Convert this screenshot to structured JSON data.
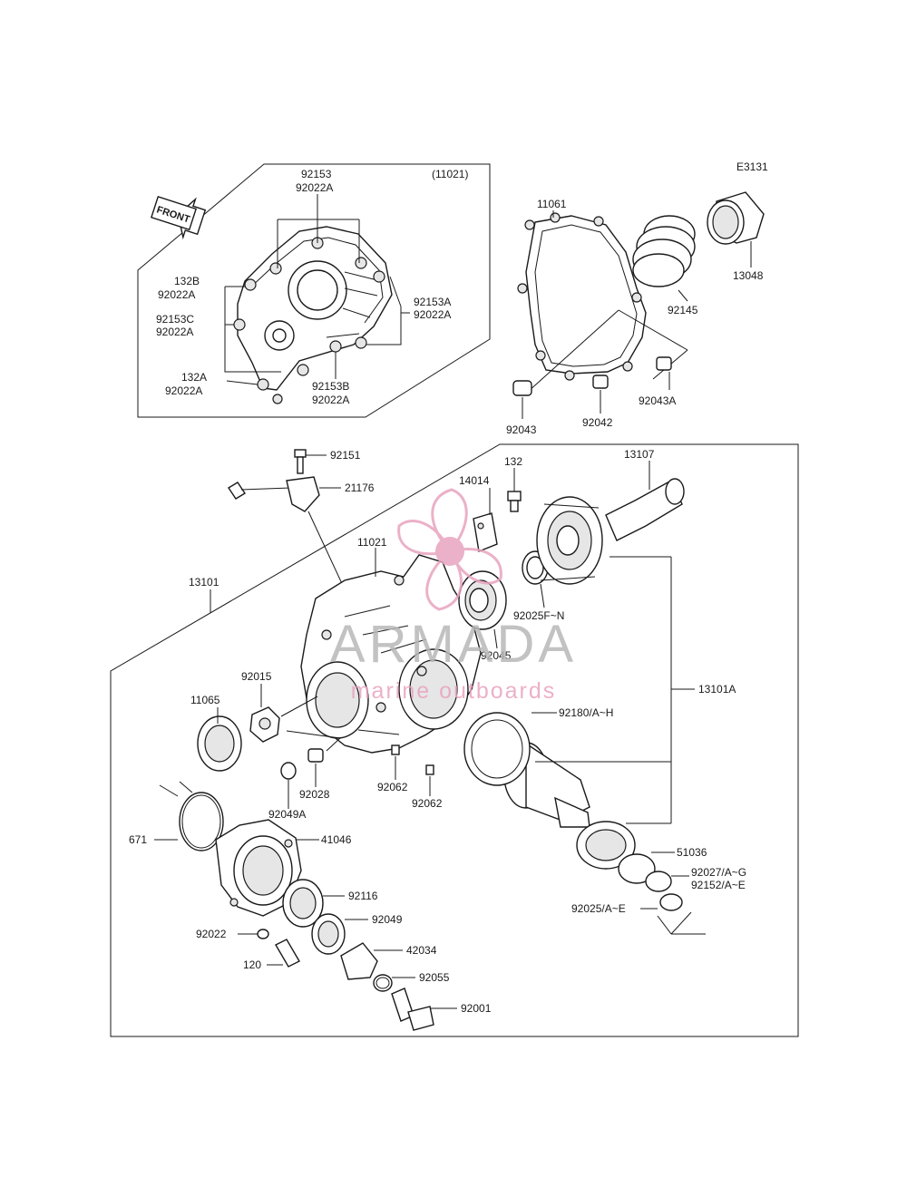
{
  "diagram": {
    "code": "E3131",
    "front_label": "FRONT",
    "labels": {
      "l92153": "92153",
      "l92022A_top": "92022A",
      "l11021_paren": "(11021)",
      "l132B": "132B",
      "l92022A_b": "92022A",
      "l92153C": "92153C",
      "l92022A_c": "92022A",
      "l92153A": "92153A",
      "l92022A_d": "92022A",
      "l132A": "132A",
      "l92022A_e": "92022A",
      "l92153B": "92153B",
      "l92022A_f": "92022A",
      "l11061": "11061",
      "l92145": "92145",
      "l13048": "13048",
      "l92043": "92043",
      "l92042": "92042",
      "l92043A": "92043A",
      "l92151": "92151",
      "l21176": "21176",
      "l14014": "14014",
      "l132": "132",
      "l13107": "13107",
      "l11021": "11021",
      "l13101": "13101",
      "l92025FN": "92025F~N",
      "l92045": "92045",
      "l13101A": "13101A",
      "l92015": "92015",
      "l11065": "11065",
      "l92180": "92180/A~H",
      "l92062a": "92062",
      "l92062b": "92062",
      "l92028": "92028",
      "l92049A": "92049A",
      "l671": "671",
      "l41046": "41046",
      "l92116": "92116",
      "l51036": "51036",
      "l92027": "92027/A~G",
      "l92152": "92152/A~E",
      "l92025AE": "92025/A~E",
      "l92022": "92022",
      "l92049": "92049",
      "l42034": "42034",
      "l120": "120",
      "l92055": "92055",
      "l92001": "92001"
    }
  },
  "watermark": {
    "brand": "ARMADA",
    "tagline": "marine outboards",
    "color_pink": "#e8a4bf",
    "color_gray": "#b8b8b8"
  }
}
